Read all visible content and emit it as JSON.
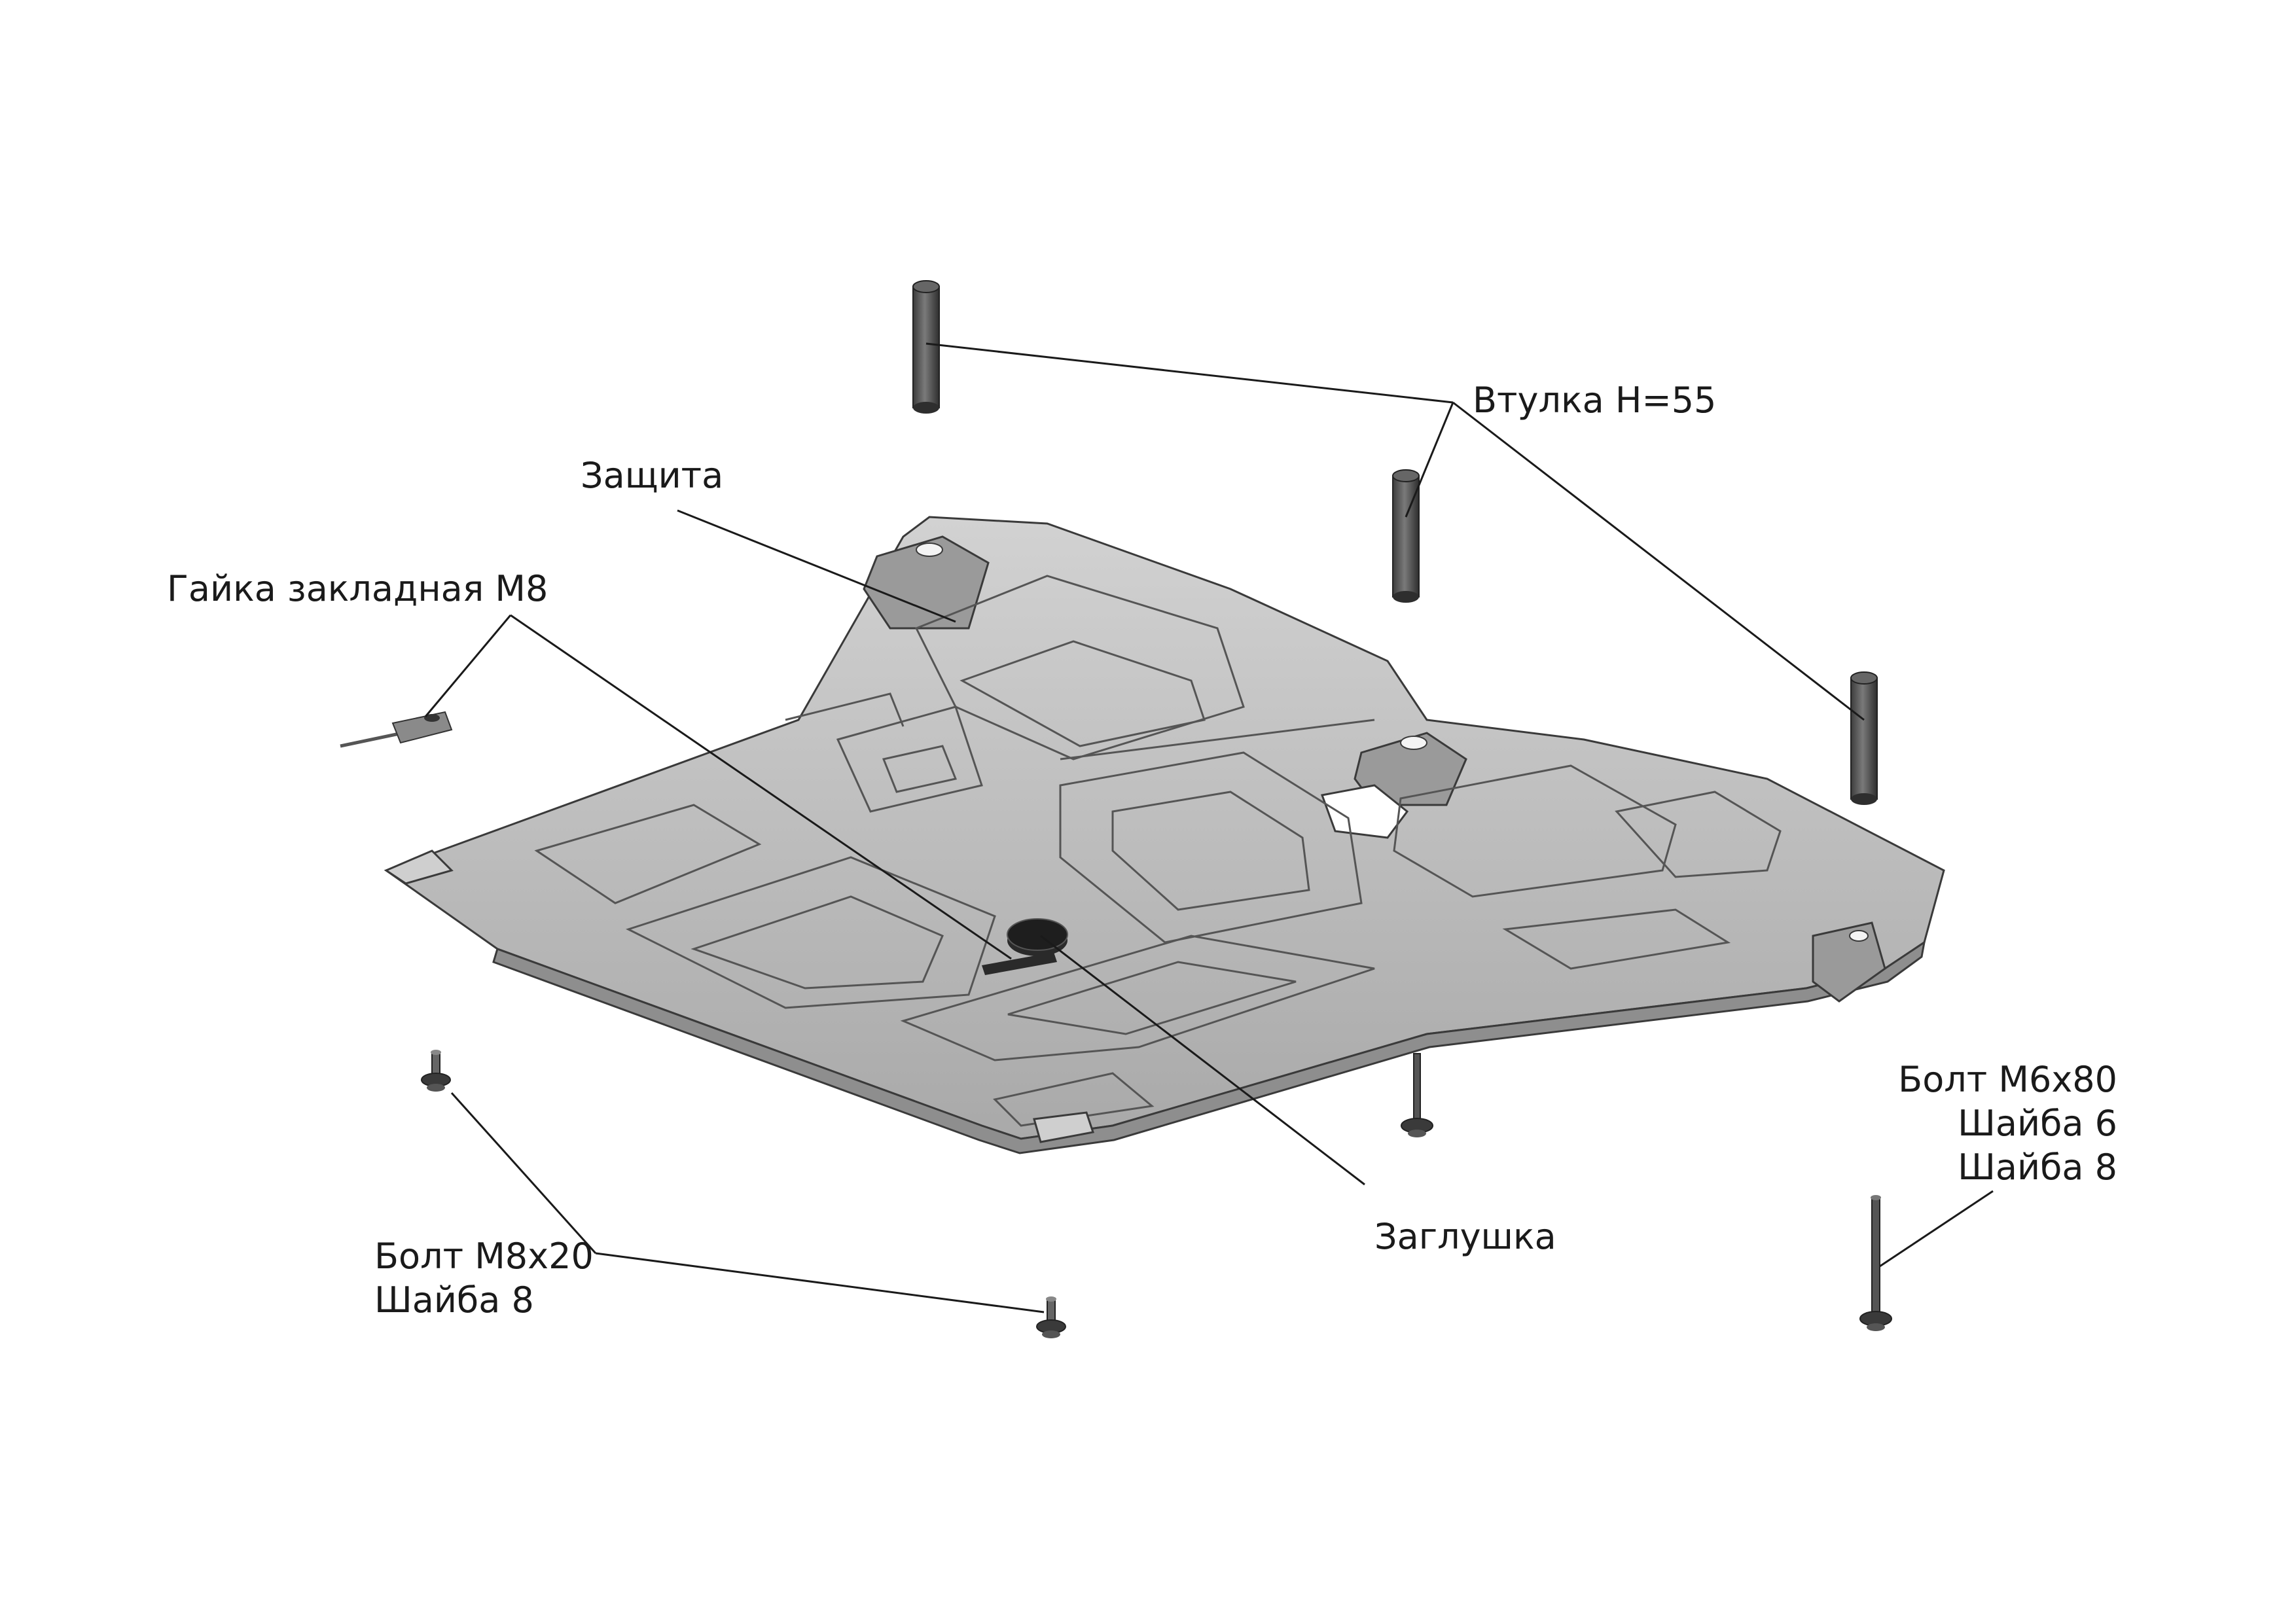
{
  "labels": {
    "bushing": "Втулка H=55",
    "guard": "Защита",
    "nut": "Гайка закладная М8",
    "bolt_m6": "Болт М6х80",
    "washer6": "Шайба 6",
    "washer8_right": "Шайба 8",
    "plug": "Заглушка",
    "bolt_m8": "Болт М8х20",
    "washer8_left": "Шайба 8"
  },
  "colors": {
    "plate": "#bcbcbc",
    "plate_dark": "#8e8e8e",
    "plate_light": "#dcdcdc",
    "hardware": "#555555",
    "plug": "#1e1e1e",
    "leader": "#1a1a1a"
  }
}
